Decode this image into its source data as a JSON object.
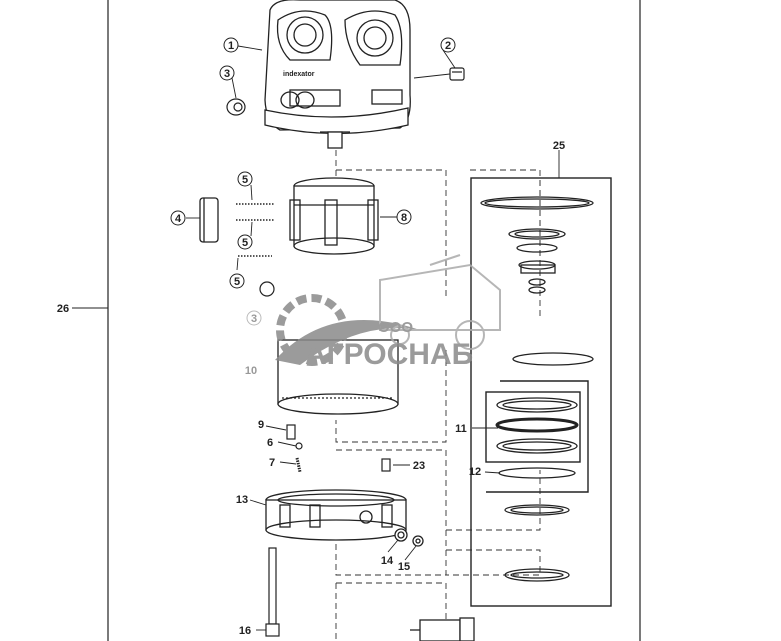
{
  "diagram": {
    "brand_mark": "indexator",
    "part_numbers": [
      "1",
      "2",
      "3",
      "4",
      "5",
      "6",
      "7",
      "8",
      "9",
      "10",
      "11",
      "12",
      "13",
      "14",
      "15",
      "16",
      "23",
      "25",
      "26"
    ],
    "watermark": {
      "small_text": "ООО",
      "big_text": "АГРОСНАБ"
    },
    "colors": {
      "line": "#222222",
      "watermark_gray": "#8a8a8a"
    }
  }
}
